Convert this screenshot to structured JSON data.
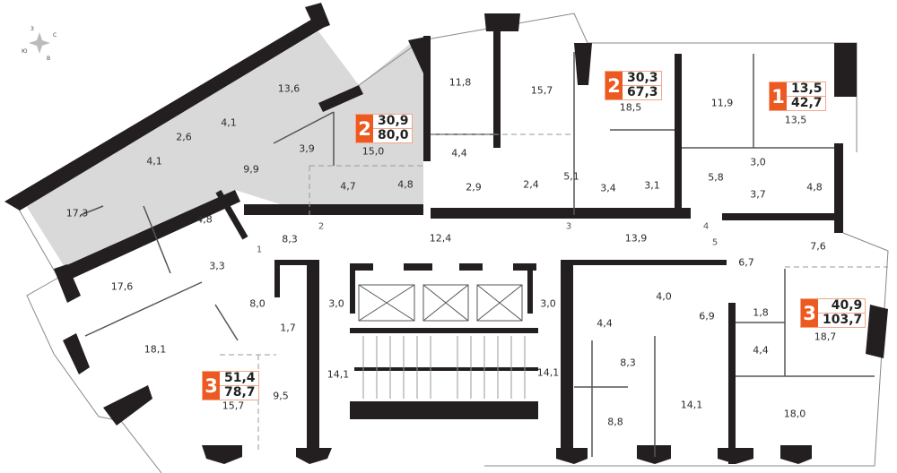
{
  "compass": {
    "north": "С",
    "south": "Ю",
    "east": "В",
    "west": "З"
  },
  "colors": {
    "badge": "#ec5a22",
    "wall": "#231f20",
    "selected_fill": "#d9d9d9"
  },
  "apartments": [
    {
      "id": "a1",
      "rooms": "2",
      "living": "30,9",
      "total": "80,0"
    },
    {
      "id": "a2",
      "rooms": "2",
      "living": "30,3",
      "total": "67,3"
    },
    {
      "id": "a3",
      "rooms": "1",
      "living": "13,5",
      "total": "42,7"
    },
    {
      "id": "a4",
      "rooms": "3",
      "living": "51,4",
      "total": "78,7"
    },
    {
      "id": "a5",
      "rooms": "3",
      "living": "40,9",
      "total": "103,7"
    }
  ],
  "rooms": [
    "13,6",
    "4,1",
    "2,6",
    "4,1",
    "9,9",
    "3,9",
    "15,0",
    "4,7",
    "4,8",
    "17,3",
    "11,8",
    "15,7",
    "4,4",
    "2,9",
    "2,4",
    "5,1",
    "3,4",
    "3,1",
    "18,5",
    "11,9",
    "5,8",
    "3,0",
    "3,7",
    "4,8",
    "13,5",
    "8,3",
    "12,4",
    "13,9",
    "4,8",
    "3,3",
    "17,6",
    "18,1",
    "8,0",
    "1,7",
    "9,5",
    "15,7",
    "3,0",
    "14,1",
    "3,0",
    "14,1",
    "4,4",
    "4,0",
    "6,9",
    "8,3",
    "8,8",
    "14,1",
    "1,8",
    "4,4",
    "18,0",
    "18,7",
    "6,7",
    "7,6"
  ],
  "doors": [
    "1",
    "2",
    "3",
    "4",
    "5"
  ]
}
